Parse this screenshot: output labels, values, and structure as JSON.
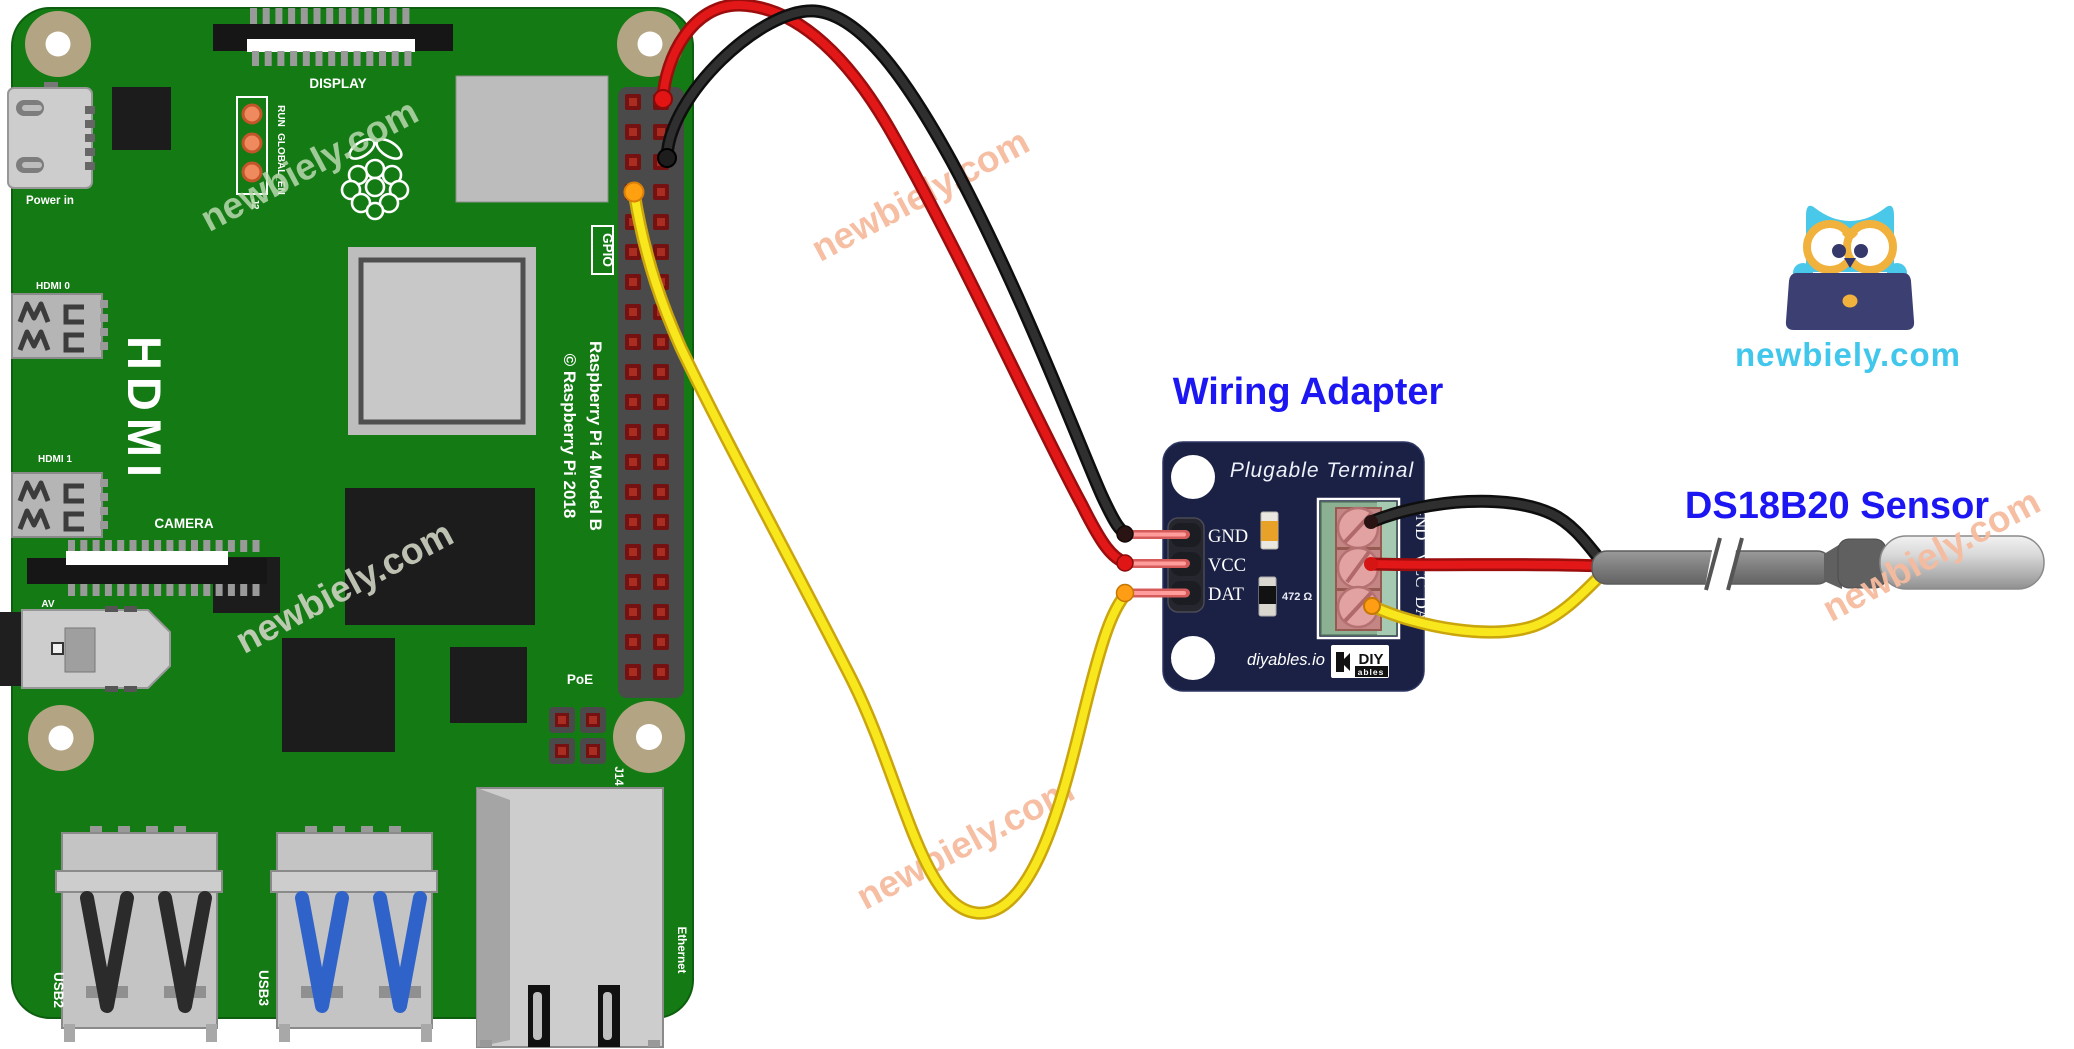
{
  "titles": {
    "adapter": "Wiring Adapter",
    "sensor": "DS18B20 Sensor"
  },
  "watermark": {
    "text": "newbiely.com"
  },
  "site_logo": {
    "text": "newbiely.com"
  },
  "raspberry_pi": {
    "silkscreen": {
      "display": "DISPLAY",
      "power_in": "Power in",
      "run": "RUN",
      "global_en": "GLOBAL_EN",
      "j2": "J2",
      "hdmi_big": "HDMI",
      "hdmi0": "HDMI 0",
      "hdmi1": "HDMI 1",
      "camera": "CAMERA",
      "av": "AV",
      "gpio": "GPIO",
      "model": "Raspberry Pi 4 Model B",
      "copyright": "© Raspberry Pi 2018",
      "poe": "PoE",
      "j14": "J14",
      "usb2": "USB2",
      "usb3": "USB3",
      "ethernet": "Ethernet"
    }
  },
  "adapter_board": {
    "heading": "Plugable Terminal",
    "header_pins": [
      "GND",
      "VCC",
      "DAT"
    ],
    "terminal_pins": [
      "GND",
      "VCC",
      "DAT"
    ],
    "resistor": "472 Ω",
    "brand": "diyables.io",
    "logo_top": "DIY",
    "logo_bottom": "ables"
  },
  "connections": [
    {
      "wire": "red",
      "from": "raspberry-pi-gpio-header",
      "to": "VCC"
    },
    {
      "wire": "black",
      "from": "raspberry-pi-gpio-header",
      "to": "GND"
    },
    {
      "wire": "yellow",
      "from": "raspberry-pi-gpio-header",
      "to": "DAT"
    },
    {
      "wire": "black",
      "from": "GND",
      "to": "ds18b20-cable"
    },
    {
      "wire": "red",
      "from": "VCC",
      "to": "ds18b20-cable"
    },
    {
      "wire": "yellow",
      "from": "DAT",
      "to": "ds18b20-cable"
    }
  ],
  "colors": {
    "board_green": "#147a14",
    "adapter_navy": "#1a2145",
    "title_blue": "#1c17f2",
    "wire_red": "#e21717",
    "wire_black": "#2f2f2f",
    "wire_yellow": "#f8e71c",
    "watermark_salmon": "#f6bb9e",
    "logo_cyan": "#41c7ec",
    "terminal_green": "#8cb092",
    "screw_pink": "#e2a2a2"
  }
}
